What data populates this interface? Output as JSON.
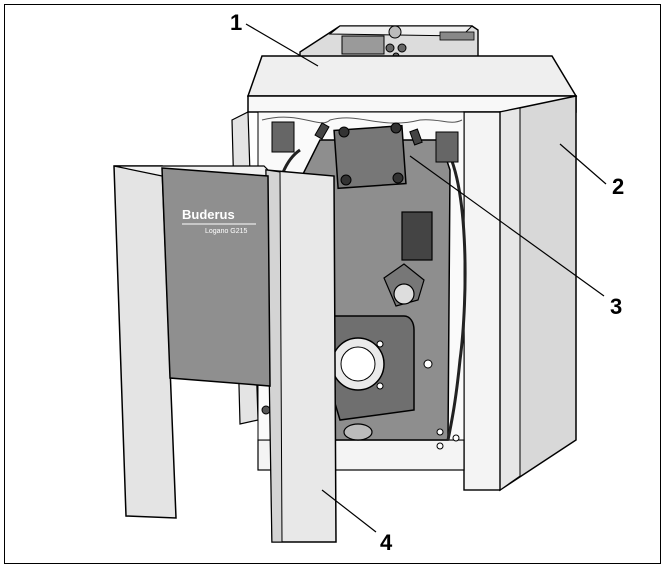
{
  "panel": {
    "brand": "Buderus",
    "model": "Logano G215"
  },
  "callouts": [
    {
      "label": "1"
    },
    {
      "label": "2"
    },
    {
      "label": "3"
    },
    {
      "label": "4"
    }
  ]
}
